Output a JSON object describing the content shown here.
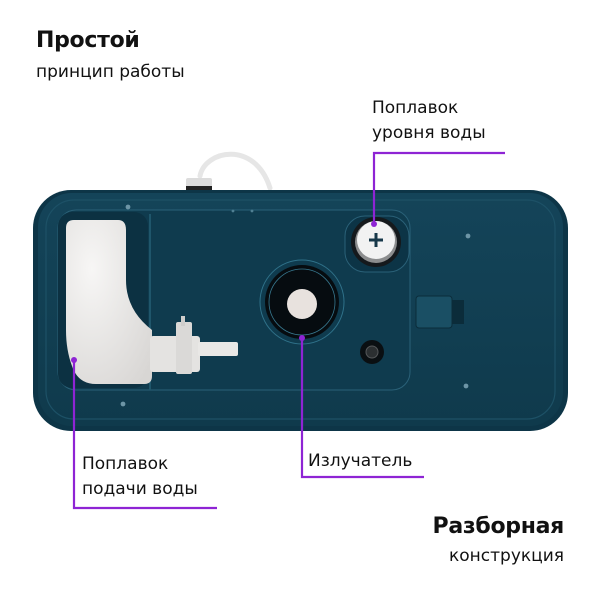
{
  "header": {
    "title": "Простой",
    "subtitle": "принцип работы"
  },
  "footer": {
    "title": "Разборная",
    "subtitle": "конструкция"
  },
  "callouts": [
    {
      "id": "water-level-float",
      "lines": [
        "Поплавок",
        "уровня воды"
      ]
    },
    {
      "id": "water-supply-float",
      "lines": [
        "Поплавок",
        "подачи воды"
      ]
    },
    {
      "id": "emitter",
      "lines": [
        "Излучатель"
      ]
    }
  ],
  "colors": {
    "accent": "#8e24d4",
    "device_body": "#123f52",
    "device_dark": "#0c2f3f",
    "float_white": "#ecebea",
    "text": "#111111",
    "background": "#ffffff"
  }
}
